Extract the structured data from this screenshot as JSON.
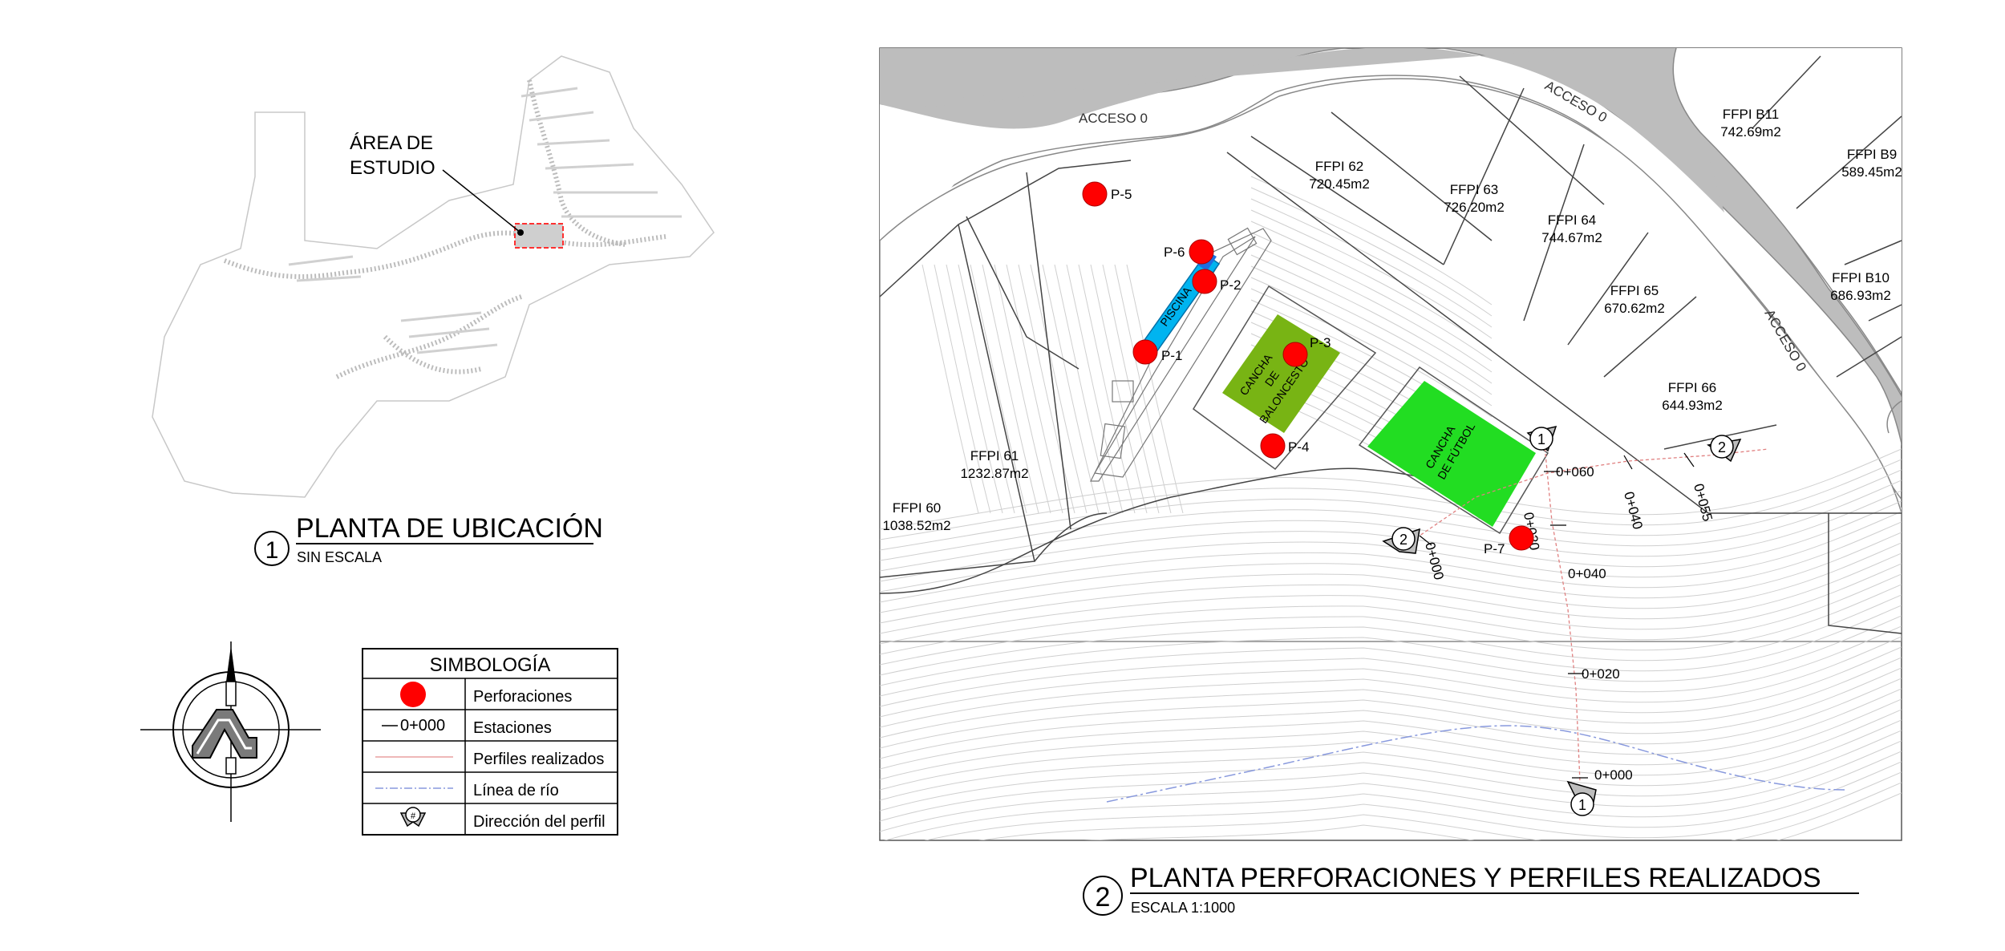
{
  "location_plan": {
    "study_area_label_line1": "ÁREA DE",
    "study_area_label_line2": "ESTUDIO",
    "title_number": "1",
    "title": "PLANTA DE UBICACIÓN",
    "scale": "SIN ESCALA"
  },
  "legend": {
    "heading": "SIMBOLOGÍA",
    "station_sample": "0+000",
    "direction_symbol": "#",
    "items": [
      "Perforaciones",
      "Estaciones",
      "Perfiles realizados",
      "Línea de río",
      "Dirección del perfil"
    ],
    "colors": {
      "drilling": "#ff0000",
      "profile_line": "#e8a0a0",
      "river_line": "#8899dd"
    }
  },
  "main_plan": {
    "title_number": "2",
    "title": "PLANTA PERFORACIONES Y PERFILES REALIZADOS",
    "scale": "ESCALA 1:1000",
    "road_labels": [
      "ACCESO 0",
      "ACCESO 0",
      "ACCESO 0"
    ],
    "facilities": {
      "pool": "PISCINA",
      "basketball": [
        "CANCHA",
        "DE",
        "BALONCESTO"
      ],
      "football": [
        "CANCHA",
        "DE FÚTBOL"
      ]
    },
    "lots": [
      {
        "name": "FFPI 62",
        "area": "720.45m2"
      },
      {
        "name": "FFPI 63",
        "area": "726.20m2"
      },
      {
        "name": "FFPI 64",
        "area": "744.67m2"
      },
      {
        "name": "FFPI 65",
        "area": "670.62m2"
      },
      {
        "name": "FFPI 66",
        "area": "644.93m2"
      },
      {
        "name": "FFPI B11",
        "area": "742.69m2"
      },
      {
        "name": "FFPI B9",
        "area": "589.45m2"
      },
      {
        "name": "FFPI B10",
        "area": "686.93m2"
      },
      {
        "name": "FFPI 61",
        "area": "1232.87m2"
      },
      {
        "name": "FFPI 60",
        "area": "1038.52m2"
      }
    ],
    "drillings": [
      "P-1",
      "P-2",
      "P-3",
      "P-4",
      "P-5",
      "P-6",
      "P-7"
    ],
    "stations": [
      "0+060",
      "0+040",
      "0+055",
      "0+000",
      "0+020",
      "0+040",
      "0+020",
      "0+000"
    ],
    "profile_markers": [
      "1",
      "2",
      "2",
      "1"
    ],
    "colors": {
      "road": "#bdbdbd",
      "pool": "#00b4f0",
      "basketball": "#78b414",
      "football": "#22dd22",
      "drilling": "#ff0000"
    }
  }
}
